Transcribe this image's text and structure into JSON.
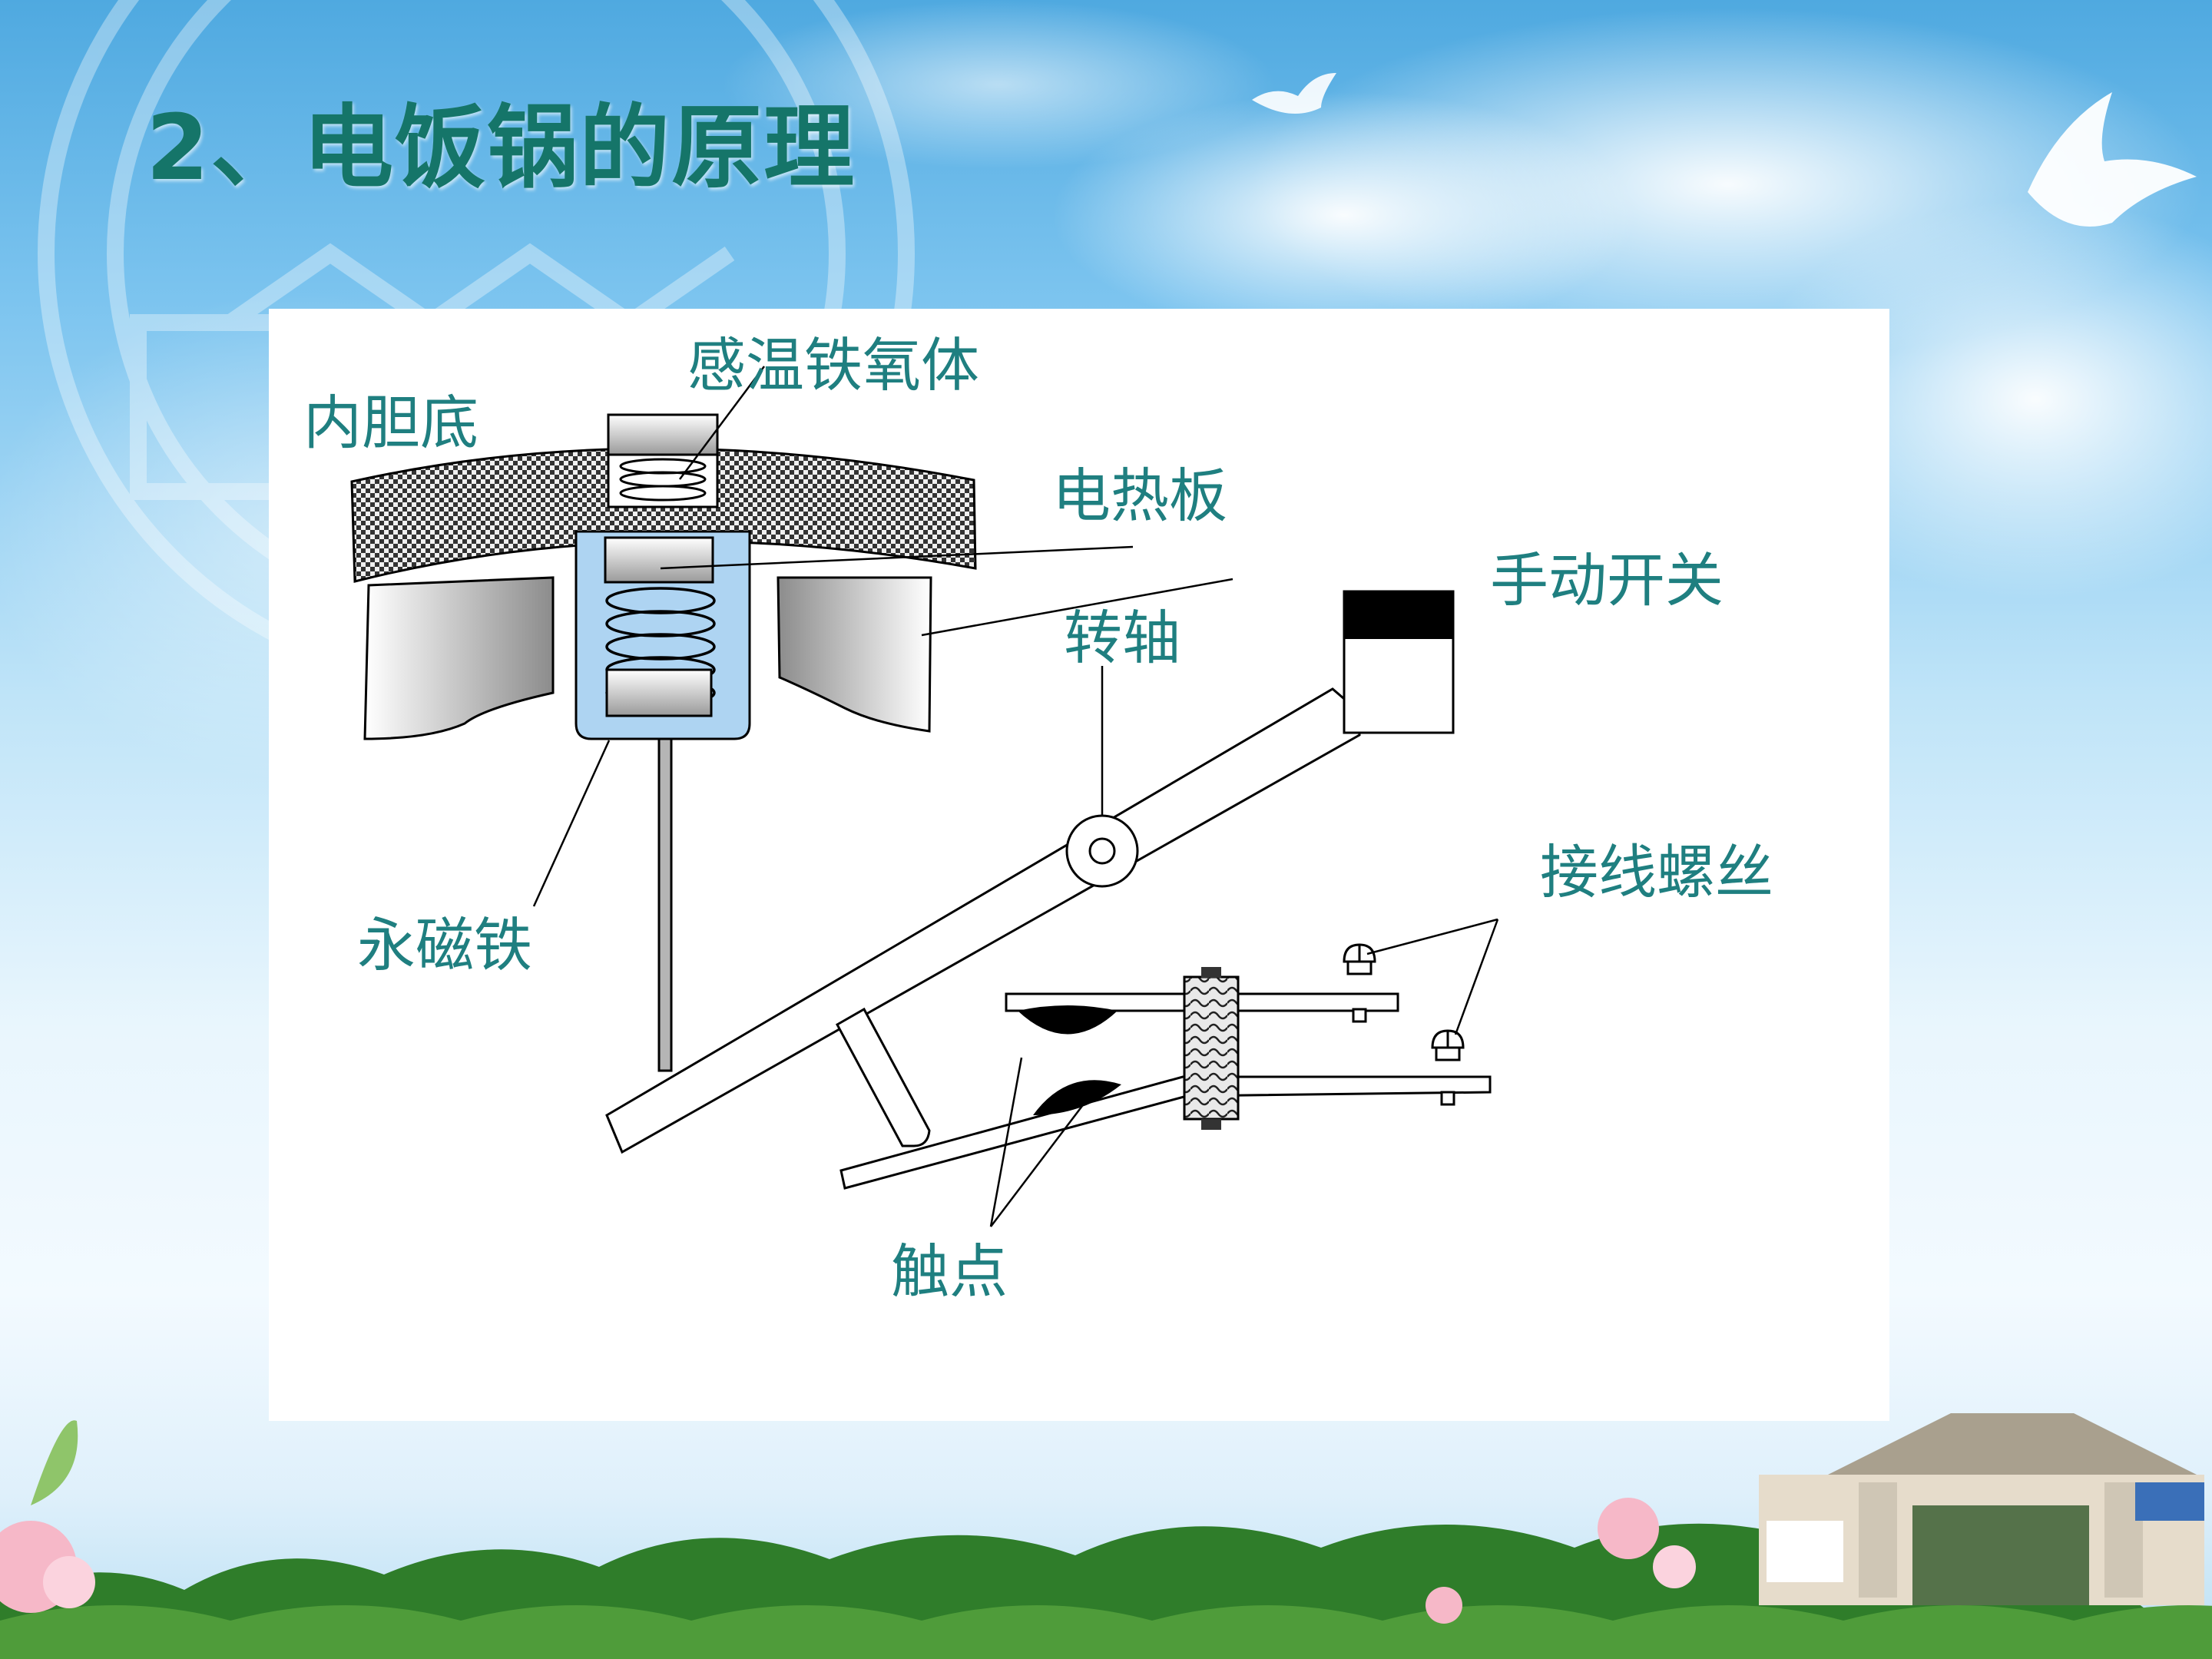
{
  "slide": {
    "title": "2、电饭锅的原理"
  },
  "diagram": {
    "labels": {
      "ferrite": "感温铁氧体",
      "inner_pot_bottom": "内胆底",
      "heating_plate": "电热板",
      "manual_switch": "手动开关",
      "pivot": "转轴",
      "magnet": "永磁铁",
      "terminal_screws": "接线螺丝",
      "contacts": "触点"
    }
  },
  "colors": {
    "title": "#157569",
    "label": "#1f7f80",
    "magnet_housing": "#aed4f2"
  }
}
